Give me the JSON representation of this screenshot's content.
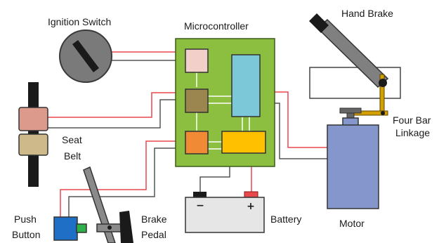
{
  "diagram": {
    "labels": {
      "ignition_switch": "Ignition Switch",
      "microcontroller": "Microcontroller",
      "hand_brake": "Hand Brake",
      "four_bar_line1": "Four Bar",
      "four_bar_line2": "Linkage",
      "seat_line1": "Seat",
      "seat_line2": "Belt",
      "push_line1": "Push",
      "push_line2": "Button",
      "brake_line1": "Brake",
      "brake_line2": "Pedal",
      "battery": "Battery",
      "motor": "Motor"
    },
    "battery_terminals": {
      "negative": "−",
      "positive": "+"
    },
    "colors": {
      "board": "#8cbf3f",
      "chip_top": "#f2d0c9",
      "chip_middle": "#9b8650",
      "chip_bottom": "#f08a34",
      "processor": "#7cc8d8",
      "power_chip": "#ffc000",
      "motor": "#8496cc",
      "seat_buckle_top": "#db9a8c",
      "seat_buckle_bottom": "#cdb98a",
      "push_button": "#1f6fc6",
      "wire_red": "#e8474c",
      "wire_dark": "#555555",
      "wire_light": "#ffffff"
    }
  }
}
